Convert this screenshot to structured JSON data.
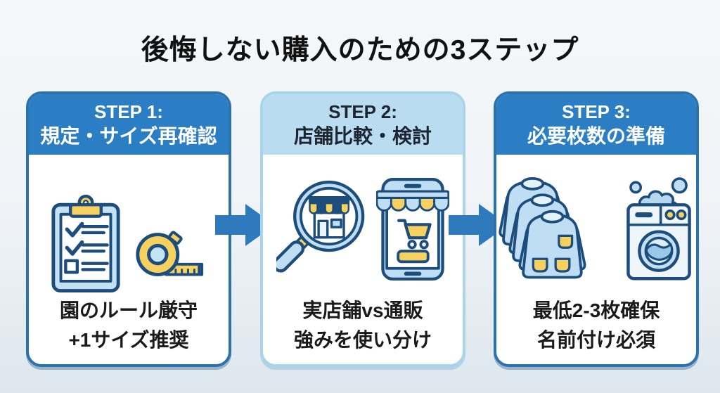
{
  "title": "後悔しない購入のための3ステップ",
  "colors": {
    "background_top": "#f5f8fa",
    "background_bottom": "#dde7ee",
    "step_header_blue": "#2b7ec4",
    "step_header_light_blue": "#b9dcf0",
    "card_border_blue": "#2c73ad",
    "card_border_light_blue": "#a9d4ea",
    "arrow_blue": "#2e7abc",
    "icon_outline_navy": "#1d4d7c",
    "icon_light_blue": "#bfdef4",
    "icon_yellow": "#f6d160",
    "title_text": "#111111",
    "caption_text": "#1a1a1a",
    "header_text_on_blue": "#ffffff",
    "header_text_on_light": "#1c2530"
  },
  "steps": [
    {
      "header_line1": "STEP 1:",
      "header_line2": "規定・サイズ再確認",
      "style": "primary-blue",
      "icons": [
        "clipboard-checklist-icon",
        "measuring-tape-icon"
      ],
      "caption_line1": "園のルール厳守",
      "caption_line2": "+1サイズ推奨"
    },
    {
      "header_line1": "STEP 2:",
      "header_line2": "店舗比較・検討",
      "style": "light-blue",
      "icons": [
        "store-search-icon",
        "online-shop-phone-icon"
      ],
      "caption_line1": "実店舗vs通販",
      "caption_line2": "強みを使い分け"
    },
    {
      "header_line1": "STEP 3:",
      "header_line2": "必要枚数の準備",
      "style": "primary-blue",
      "icons": [
        "smocks-icon",
        "washing-machine-icon"
      ],
      "caption_line1": "最低2-3枚確保",
      "caption_line2": "名前付け必須"
    }
  ],
  "arrows": [
    {
      "name": "arrow-right-icon"
    },
    {
      "name": "arrow-right-icon"
    }
  ]
}
